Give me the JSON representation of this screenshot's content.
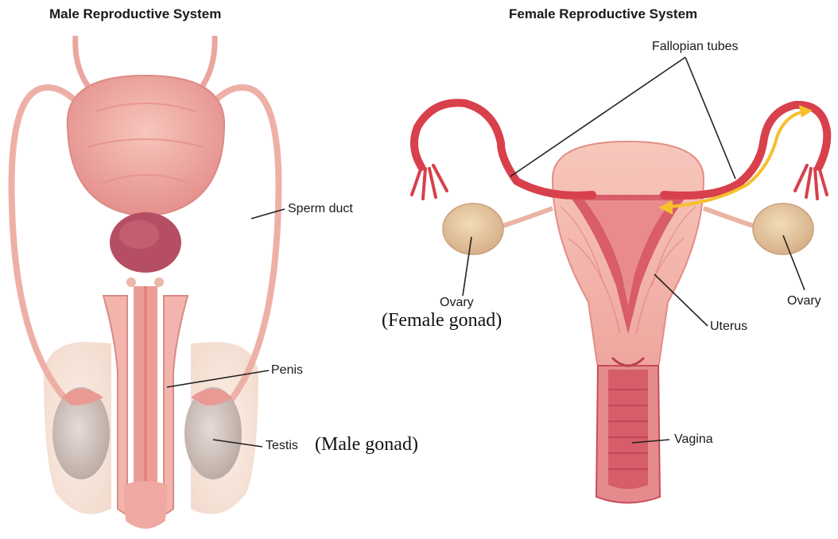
{
  "male": {
    "title": "Male Reproductive System",
    "labels": {
      "sperm_duct": "Sperm duct",
      "penis": "Penis",
      "testis": "Testis",
      "male_gonad": "(Male gonad)"
    }
  },
  "female": {
    "title": "Female Reproductive System",
    "labels": {
      "fallopian_tubes": "Fallopian tubes",
      "ovary_left": "Ovary",
      "female_gonad": "(Female gonad)",
      "uterus": "Uterus",
      "ovary_right": "Ovary",
      "vagina": "Vagina"
    }
  },
  "colors": {
    "tissue_light": "#f5c4b8",
    "tissue_mid": "#ea9a94",
    "tissue_dark": "#c24b5a",
    "prostate": "#b54e63",
    "tube_red": "#d8404c",
    "ovary": "#e8c9a0",
    "arrow_yellow": "#f6c02c",
    "leader": "#222222"
  }
}
